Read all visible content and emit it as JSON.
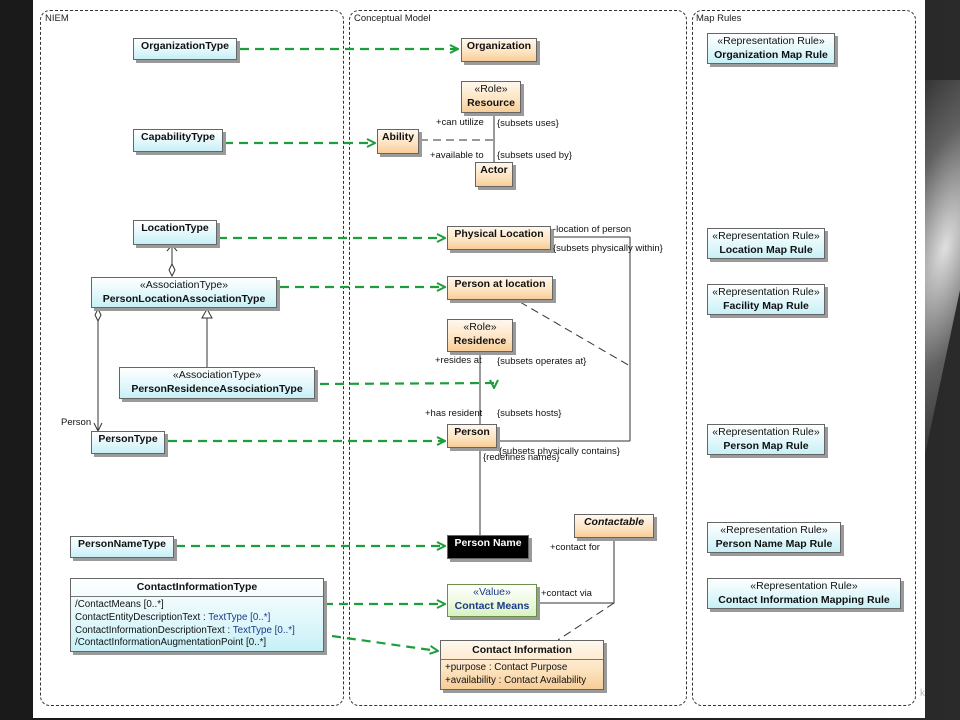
{
  "partitions": {
    "niem": "NIEM",
    "conceptual": "Conceptual Model",
    "maprules": "Map Rules"
  },
  "niem": {
    "organization_type": "OrganizationType",
    "capability_type": "CapabilityType",
    "location_type": "LocationType",
    "person_location_assoc": {
      "stereotype": "«AssociationType»",
      "name": "PersonLocationAssociationType"
    },
    "person_residence_assoc": {
      "stereotype": "«AssociationType»",
      "name": "PersonResidenceAssociationType"
    },
    "person_role_label": "Person",
    "person_type": "PersonType",
    "person_name_type": "PersonNameType",
    "contact_information_type": {
      "name": "ContactInformationType",
      "attributes": [
        {
          "name": "/ContactMeans [0..*]",
          "type": ""
        },
        {
          "name": "ContactEntityDescriptionText : ",
          "type": "TextType [0..*]"
        },
        {
          "name": "ContactInformationDescriptionText : ",
          "type": "TextType [0..*]"
        },
        {
          "name": "/ContactInformationAugmentationPoint [0..*]",
          "type": ""
        }
      ]
    }
  },
  "conceptual": {
    "organization": "Organization",
    "resource": {
      "stereotype": "«Role»",
      "name": "Resource"
    },
    "ability": "Ability",
    "actor": "Actor",
    "physical_location": "Physical Location",
    "person_at_location": "Person at location",
    "residence": {
      "stereotype": "«Role»",
      "name": "Residence"
    },
    "person": "Person",
    "person_name": "Person Name",
    "contactable": "Contactable",
    "contact_means": {
      "stereotype": "«Value»",
      "name": "Contact Means"
    },
    "contact_information": {
      "name": "Contact Information",
      "attributes": [
        {
          "name": "+purpose : ",
          "type": "Contact Purpose"
        },
        {
          "name": "+availability : ",
          "type": "Contact Availability"
        }
      ]
    }
  },
  "labels": {
    "can_utilize": "+can utilize",
    "subsets_uses": "{subsets uses}",
    "available_to": "+available to",
    "subsets_used_by": "{subsets used by}",
    "location_of_person": "-location of person",
    "subsets_physically_within": "{subsets physically within}",
    "resides_at": "+resides at",
    "subsets_operates_at": "{subsets operates at}",
    "has_resident": "+has resident",
    "subsets_hosts": "{subsets hosts}",
    "subsets_physically_contains": "{subsets physically contains}",
    "redefines_names": "{redefines names}",
    "contact_for": "+contact for",
    "contact_via": "+contact via"
  },
  "rules": {
    "stereotype": "«Representation Rule»",
    "organization": "Organization Map Rule",
    "location": "Location Map Rule",
    "facility": "Facility Map Rule",
    "person": "Person Map Rule",
    "person_name": "Person Name Map Rule",
    "contact_information": "Contact Information Mapping Rule"
  },
  "watermark": "k",
  "colors": {
    "mapping_arrow": "#1e9e3a",
    "niem_fill": "#c6f0f6",
    "concept_fill": "#f7cd98",
    "value_fill": "#d9f1c2"
  }
}
